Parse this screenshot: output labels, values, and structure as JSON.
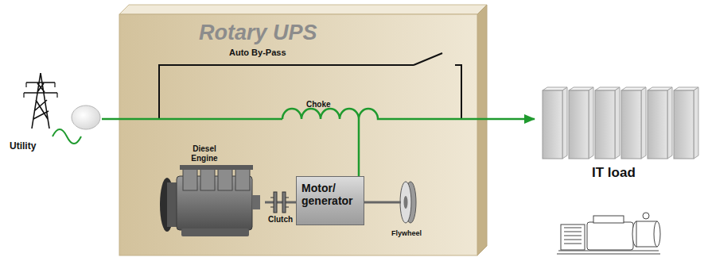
{
  "diagram": {
    "nodes": [
      {
        "text": [
          "Rotary UPS"
        ]
      },
      {
        "text": [
          "Utility"
        ]
      },
      {
        "text": [
          "Choke"
        ],
        "in": 0
      },
      {
        "text": [
          "Diesel Engine"
        ],
        "in": 0
      },
      {
        "text": [
          "Motor/ generator"
        ],
        "in": 0
      },
      {
        "text": [
          "Flywheel"
        ],
        "in": 0
      },
      {
        "text": [
          "IT load"
        ]
      }
    ],
    "edges": [
      {
        "from": 1,
        "to": 2,
        "arrow": "none"
      },
      {
        "from": 2,
        "to": 6,
        "arrow": "to"
      },
      {
        "from": 2,
        "to": 4,
        "arrow": "none"
      },
      {
        "from": 3,
        "to": 4,
        "arrow": "none",
        "label": "Clutch"
      },
      {
        "from": 4,
        "to": 5,
        "arrow": "none"
      }
    ],
    "labels": [
      "Auto By-Pass"
    ]
  }
}
